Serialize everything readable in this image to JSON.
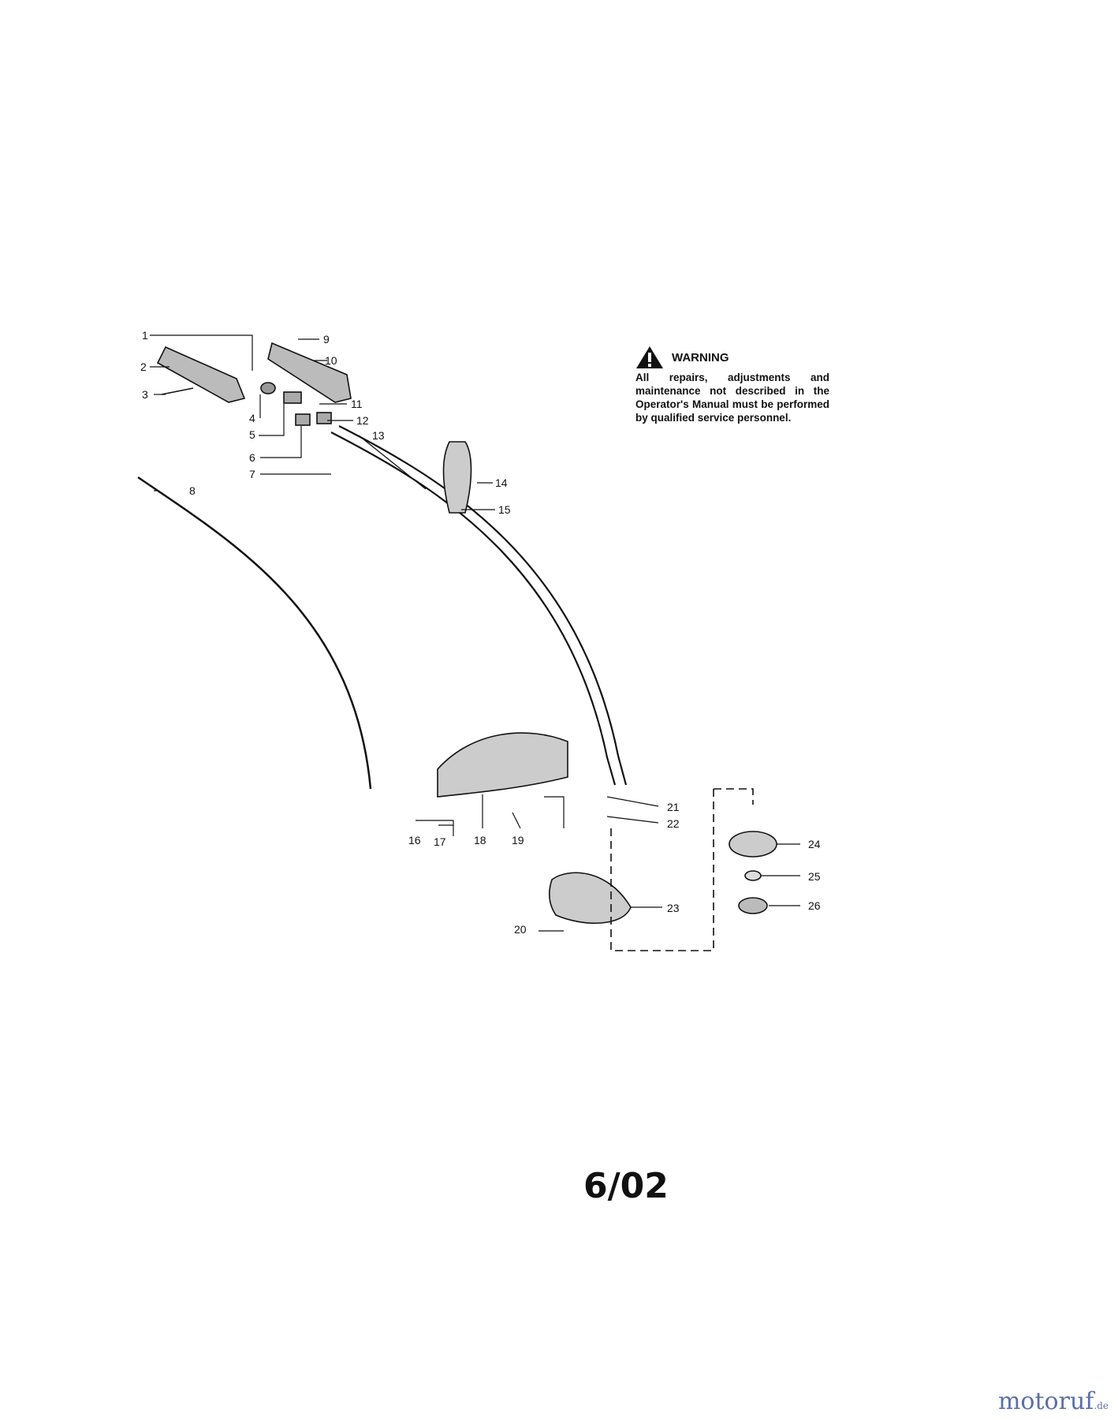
{
  "warning": {
    "title": "WARNING",
    "text": "All repairs, adjustments and maintenance not described in the Operator's Manual must be performed by qualified service personnel.",
    "icon": "warning-triangle-icon"
  },
  "date_code": "6/02",
  "watermark": {
    "name": "motoruf",
    "tld": ".de",
    "color": "#5b6fa8"
  },
  "callouts": [
    "1",
    "2",
    "3",
    "4",
    "5",
    "6",
    "7",
    "8",
    "9",
    "10",
    "11",
    "12",
    "13",
    "14",
    "15",
    "16",
    "17",
    "18",
    "19",
    "20",
    "21",
    "22",
    "23",
    "24",
    "25",
    "26"
  ]
}
